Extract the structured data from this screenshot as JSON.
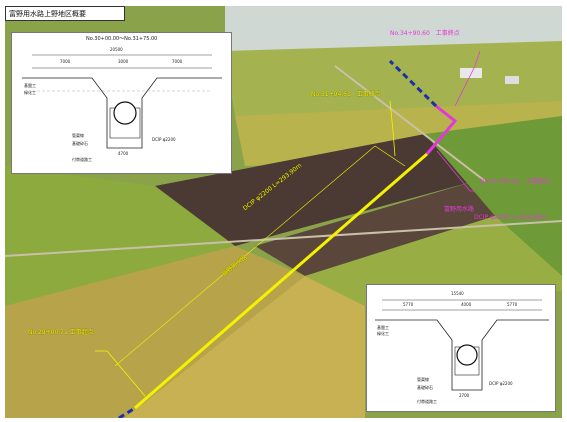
{
  "title": "富野用水路上野地区概要",
  "labels": {
    "end_point_north": "No.34+90.60　工事終点",
    "end_point_mid": "No.31+94.61　工事終点",
    "start_point_mid": "No.31+94.61　工事起点",
    "start_point_south": "No.29+00.71 工事起点",
    "pipe_yellow": "DCIP φ2200 L=293.90m",
    "canal_yellow": "富野用水路",
    "canal_magenta": "富野用水路",
    "pipe_magenta": "DCIP φ2200 L=355.89m"
  },
  "inset_top": {
    "header": "No.30+00.00～No.31+75.00",
    "dims": [
      "20500",
      "7000",
      "3000",
      "7000",
      "4700"
    ],
    "notes": [
      "基盤工",
      "緑化工",
      "管渠線",
      "DCIP φ2200",
      "基礎砕石",
      "付帯道路工"
    ]
  },
  "inset_bottom": {
    "dims": [
      "15540",
      "5770",
      "4000",
      "5770",
      "2700"
    ],
    "notes": [
      "基盤工",
      "緑化工",
      "管渠線",
      "DCIP φ2200",
      "基礎砕石",
      "付帯道路工"
    ]
  },
  "colors": {
    "yellow_route": "#f4f200",
    "magenta_route": "#e23ad8",
    "blue_dash": "#1b2fa8",
    "field_green": "#7e9a3c",
    "field_dark": "#4e3c33",
    "field_gold": "#c3a94a"
  }
}
